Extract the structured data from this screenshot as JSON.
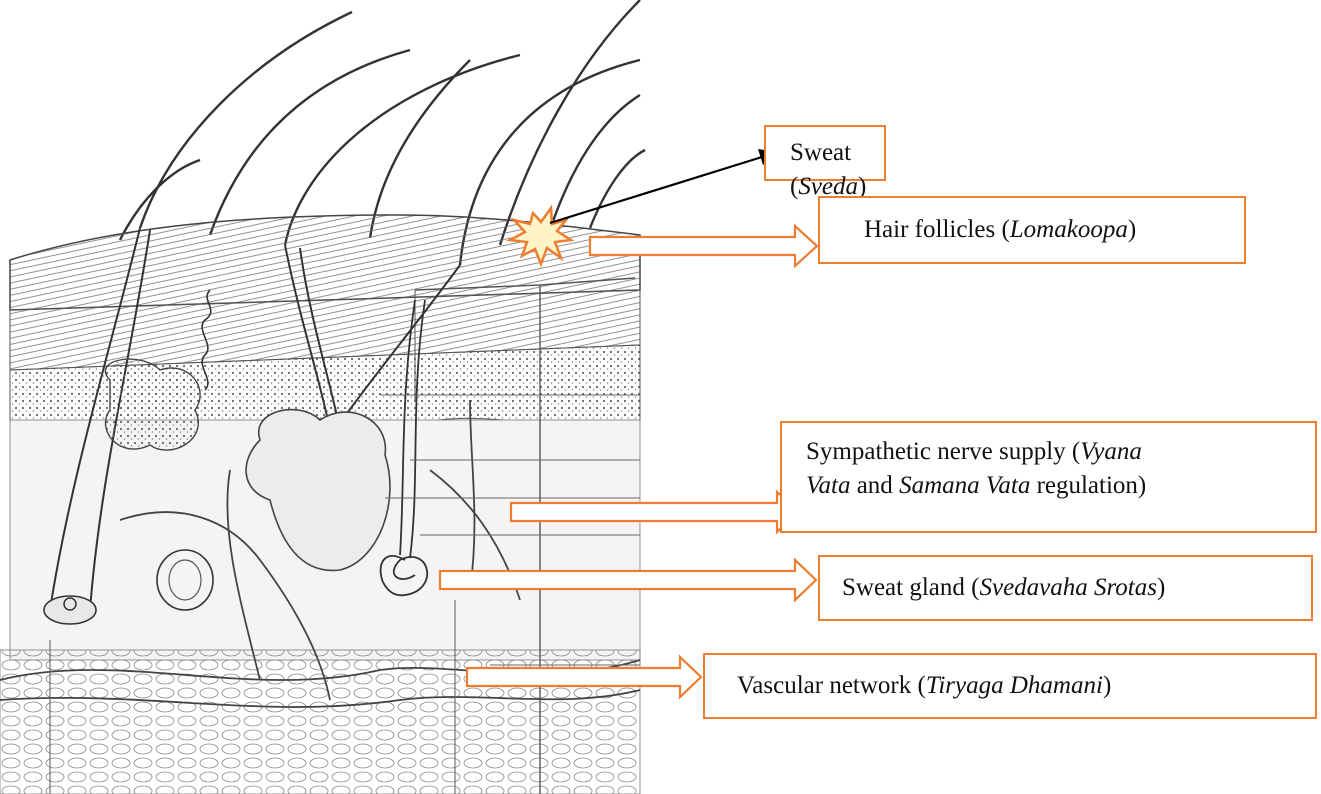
{
  "labels": {
    "sweat": {
      "text": "Sweat (",
      "term": "Sveda",
      "tail": ")"
    },
    "hair": {
      "text": "Hair follicles (",
      "term": "Lomakoopa",
      "tail": ")"
    },
    "nerve": {
      "line1_text": "Sympathetic nerve supply (",
      "line1_term": "Vyana",
      "line2_term1": "Vata",
      "line2_mid": " and ",
      "line2_term2": "Samana Vata",
      "line2_tail": " regulation)"
    },
    "gland": {
      "text": "Sweat gland (",
      "term": "Svedavaha Srotas",
      "tail": ")"
    },
    "vascular": {
      "text": "Vascular network (",
      "term": "Tiryaga Dhamani",
      "tail": ")"
    }
  },
  "colors": {
    "accent": "#ED7D31",
    "pointer": "#000000",
    "burst_fill": "#FFF4C8"
  }
}
